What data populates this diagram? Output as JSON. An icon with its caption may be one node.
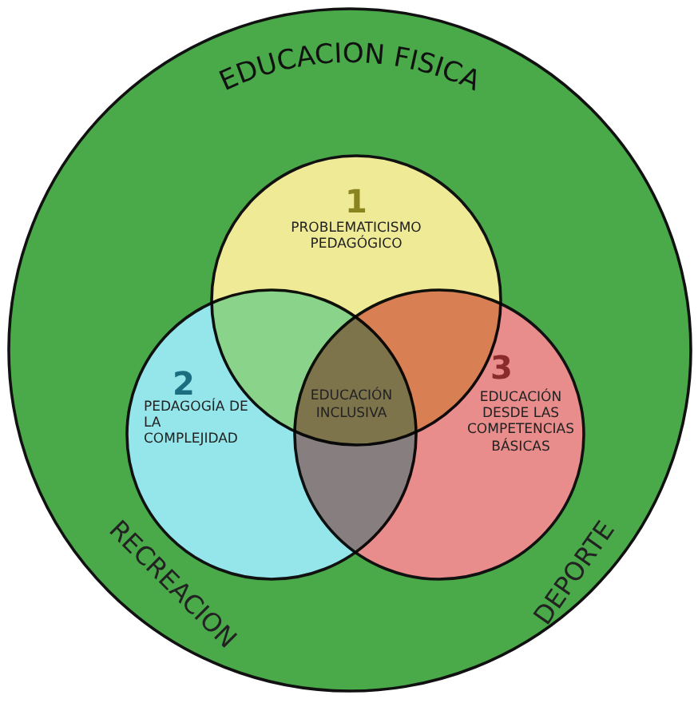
{
  "diagram": {
    "nodes": [
      {
        "text": [
          "EDUCACION FISICA",
          "RECREACION",
          "DEPORTE"
        ]
      },
      {
        "text": [
          "1",
          "PROBLEMATICISMO PEDAGÓGICO"
        ],
        "in": 0
      },
      {
        "text": [
          "2",
          "PEDAGOGÍA DE LA COMPLEJIDAD"
        ],
        "in": 0
      },
      {
        "text": [
          "3",
          "EDUCACIÓN DESDE LAS COMPETENCIAS BÁSICAS"
        ],
        "in": 0
      }
    ],
    "labels": [
      "EDUCACIÓN INCLUSIVA"
    ]
  }
}
